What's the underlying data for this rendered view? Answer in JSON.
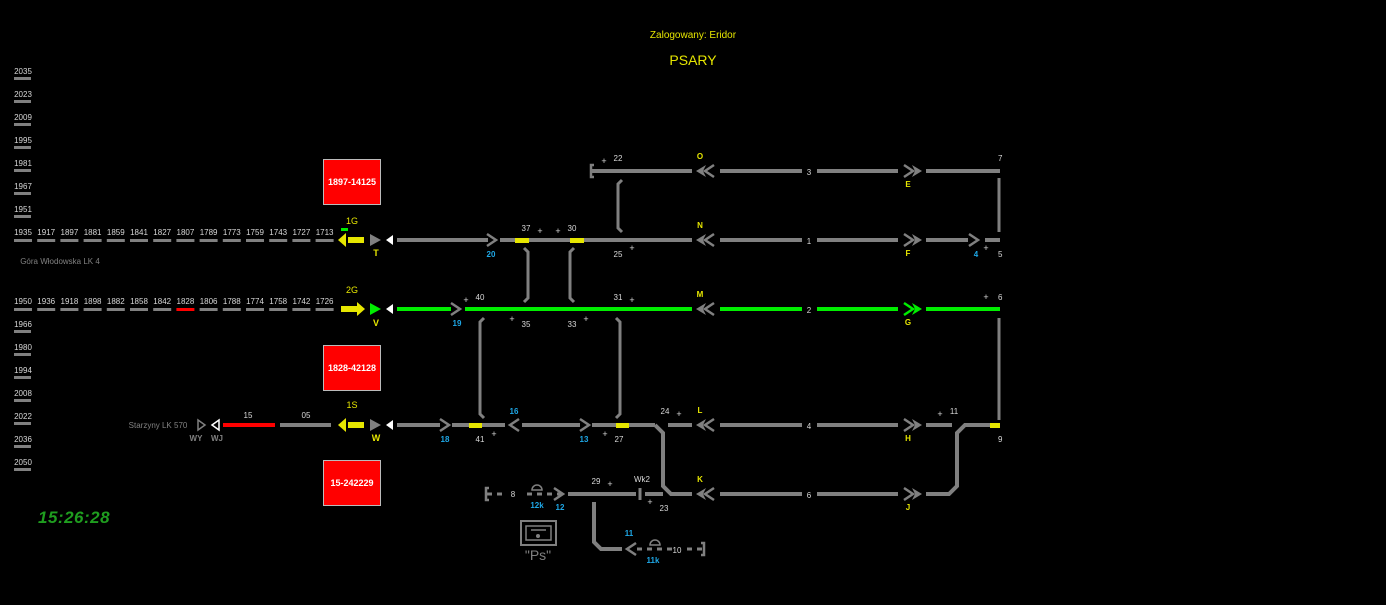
{
  "header": {
    "login_text": "Zalogowany: Eridor",
    "station_name": "PSARY"
  },
  "clock": "15:26:28",
  "colors": {
    "background": "#000000",
    "track_idle": "#808080",
    "track_route_set": "#00ee00",
    "track_occupied": "#ff0000",
    "signal_label": "#e6e600",
    "point_label": "#1ea7e6",
    "text": "#d8d8d8"
  },
  "train_boxes": [
    {
      "label": "1897-14125"
    },
    {
      "label": "1828-42128"
    },
    {
      "label": "15-242229"
    }
  ],
  "left_vertical_blocks": {
    "upper": [
      "2035",
      "2023",
      "2009",
      "1995",
      "1981",
      "1967",
      "1951"
    ],
    "lower": [
      "1966",
      "1980",
      "1994",
      "2008",
      "2022",
      "2036",
      "2050"
    ]
  },
  "line_lk4": {
    "name": "Góra Włodowska LK 4",
    "track1_blocks": [
      "1935",
      "1917",
      "1897",
      "1881",
      "1859",
      "1841",
      "1827",
      "1807",
      "1789",
      "1773",
      "1759",
      "1743",
      "1727",
      "1713"
    ],
    "track2_blocks": [
      "1950",
      "1936",
      "1918",
      "1898",
      "1882",
      "1858",
      "1842",
      "1828",
      "1806",
      "1788",
      "1774",
      "1758",
      "1742",
      "1726"
    ],
    "track2_occupied_block": "1828",
    "track1_direction": "1G",
    "track2_direction": "2G"
  },
  "line_lk570": {
    "name": "Starzyny LK 570",
    "signals": [
      "WY",
      "WJ"
    ],
    "sections": [
      "15",
      "05"
    ],
    "occupied_section": "15",
    "direction": "1S"
  },
  "signals": [
    "T",
    "V",
    "W",
    "O",
    "N",
    "M",
    "L",
    "K",
    "E",
    "F",
    "G",
    "H",
    "J"
  ],
  "points": [
    "20",
    "19",
    "18",
    "16",
    "13",
    "12",
    "12k",
    "11",
    "11k",
    "4"
  ],
  "track_sections": [
    "22",
    "37",
    "30",
    "25",
    "40",
    "31",
    "35",
    "33",
    "41",
    "24",
    "27",
    "29",
    "23",
    "8",
    "10",
    "3",
    "1",
    "2",
    "4",
    "6",
    "11",
    "Wk2",
    "7",
    "5",
    "9"
  ],
  "station_tracks": [
    {
      "number": "3",
      "left_signal": "O",
      "right_signal": "E",
      "state": "idle"
    },
    {
      "number": "1",
      "left_signal": "N",
      "right_signal": "F",
      "state": "idle"
    },
    {
      "number": "2",
      "left_signal": "M",
      "right_signal": "G",
      "state": "route_set"
    },
    {
      "number": "4",
      "left_signal": "L",
      "right_signal": "H",
      "state": "idle"
    },
    {
      "number": "6",
      "left_signal": "K",
      "right_signal": "J",
      "state": "idle"
    }
  ],
  "shunting_panel": {
    "label": "\"Ps\""
  }
}
